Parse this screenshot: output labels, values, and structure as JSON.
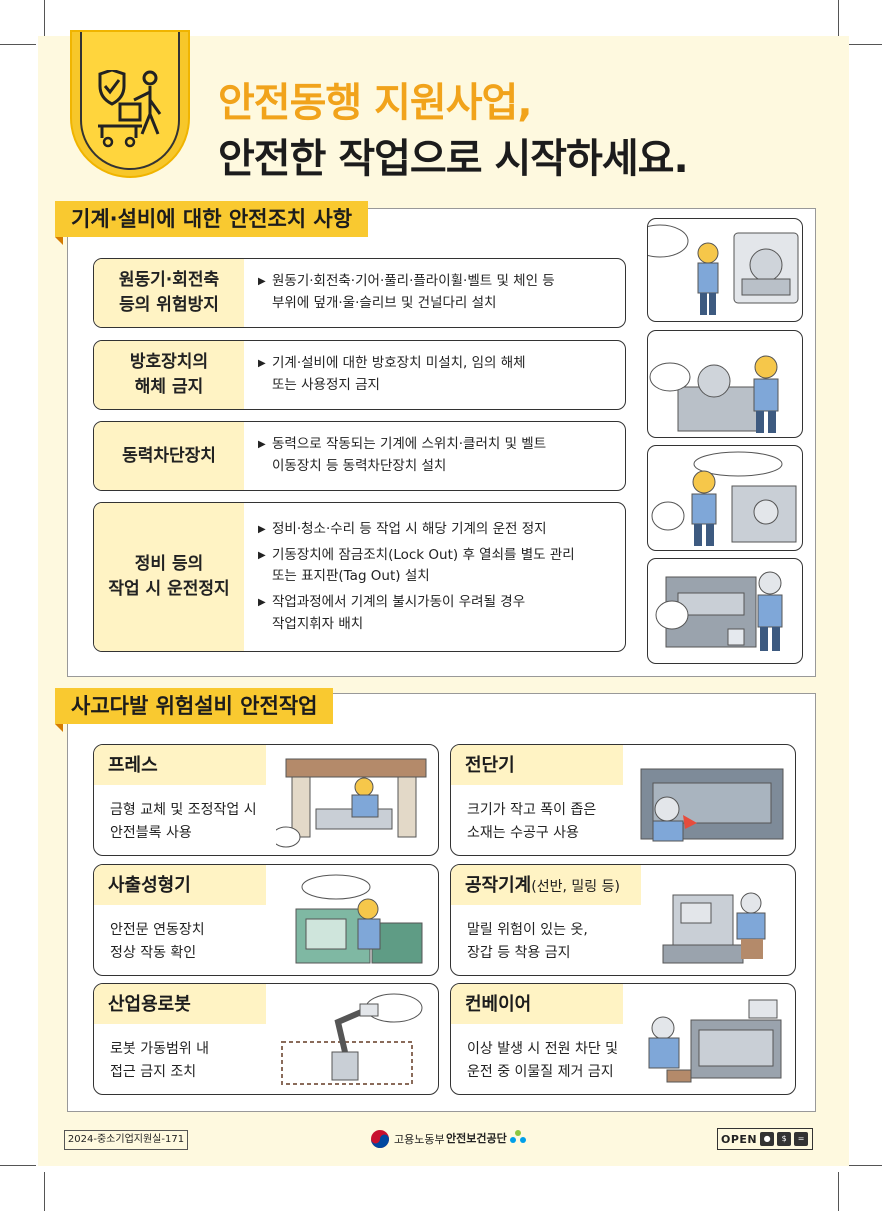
{
  "header": {
    "title_line1": "안전동행 지원사업,",
    "title_line2": "안전한 작업으로 시작하세요."
  },
  "section1": {
    "label": "기계·설비에 대한 안전조치 사항",
    "rows": [
      {
        "title": "원동기·회전축\n등의 위험방지",
        "bullets": [
          "원동기·회전축·기어·풀리·플라이휠·벨트 및 체인 등\n부위에 덮개·울·슬리브 및 건널다리 설치"
        ]
      },
      {
        "title": "방호장치의\n해체 금지",
        "bullets": [
          "기계·설비에 대한 방호장치 미설치, 임의 해체\n또는 사용정지 금지"
        ]
      },
      {
        "title": "동력차단장치",
        "bullets": [
          "동력으로 작동되는 기계에 스위치·클러치 및 벨트\n이동장치 등 동력차단장치 설치"
        ]
      },
      {
        "title": "정비 등의\n작업 시 운전정지",
        "bullets": [
          "정비·청소·수리 등 작업 시 해당 기계의 운전 정지",
          "기동장치에 잠금조치(Lock Out) 후 열쇠를 별도 관리\n또는 표지판(Tag Out) 설치",
          "작업과정에서 기계의 불시가동이 우려될 경우\n작업지휘자 배치"
        ]
      }
    ]
  },
  "section2": {
    "label": "사고다발 위험설비 안전작업",
    "cards": [
      {
        "title": "프레스",
        "sub": "",
        "desc": "금형 교체 및 조정작업 시\n안전블록 사용"
      },
      {
        "title": "전단기",
        "sub": "",
        "desc": "크기가 작고 폭이 좁은\n소재는 수공구 사용"
      },
      {
        "title": "사출성형기",
        "sub": "",
        "desc": "안전문 연동장치\n정상 작동 확인"
      },
      {
        "title": "공작기계",
        "sub": "(선반, 밀링 등)",
        "desc": "말릴 위험이 있는 옷,\n장갑 등 착용 금지"
      },
      {
        "title": "산업용로봇",
        "sub": "",
        "desc": "로봇 가동범위 내\n접근 금지 조치"
      },
      {
        "title": "컨베이어",
        "sub": "",
        "desc": "이상 발생 시 전원 차단 및\n운전 중 이물질 제거 금지"
      }
    ]
  },
  "footer": {
    "code": "2024-중소기업지원실-171",
    "ministry": "고용노동부",
    "agency": "안전보건공단",
    "open_label": "OPEN"
  },
  "colors": {
    "accent": "#f9c930",
    "title_orange": "#f1a31b",
    "panel": "#fff3c4",
    "background": "#fef9df"
  }
}
